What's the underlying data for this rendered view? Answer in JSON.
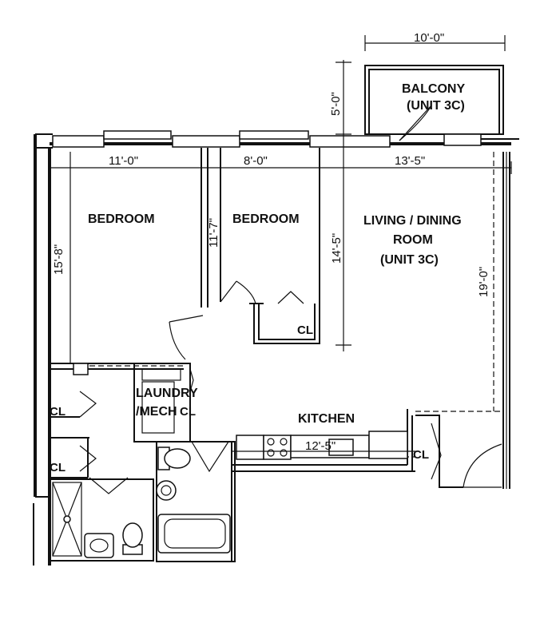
{
  "rooms": {
    "balcony": "BALCONY",
    "balcony_unit": "(UNIT 3C)",
    "bedroom1": "BEDROOM",
    "bedroom2": "BEDROOM",
    "living_line1": "LIVING / DINING",
    "living_line2": "ROOM",
    "living_unit": "(UNIT 3C)",
    "laundry_line1": "LAUNDRY",
    "laundry_line2": "/MECH",
    "kitchen": "KITCHEN"
  },
  "closets": {
    "bed2_closet": "CL",
    "laundry_closet": "CL",
    "hall_closet1": "CL",
    "hall_closet2": "CL",
    "entry_closet": "CL"
  },
  "dimensions": {
    "balcony_width": "10'-0\"",
    "balcony_depth": "5'-0\"",
    "bed1_width": "11'-0\"",
    "bed1_depth": "15'-8\"",
    "bed2_width": "8'-0\"",
    "bed2_depth": "11'-7\"",
    "bed2_closet_depth": "14'-5\"",
    "living_width": "13'-5\"",
    "living_depth": "19'-0\"",
    "kitchen_width": "12'-5\""
  }
}
